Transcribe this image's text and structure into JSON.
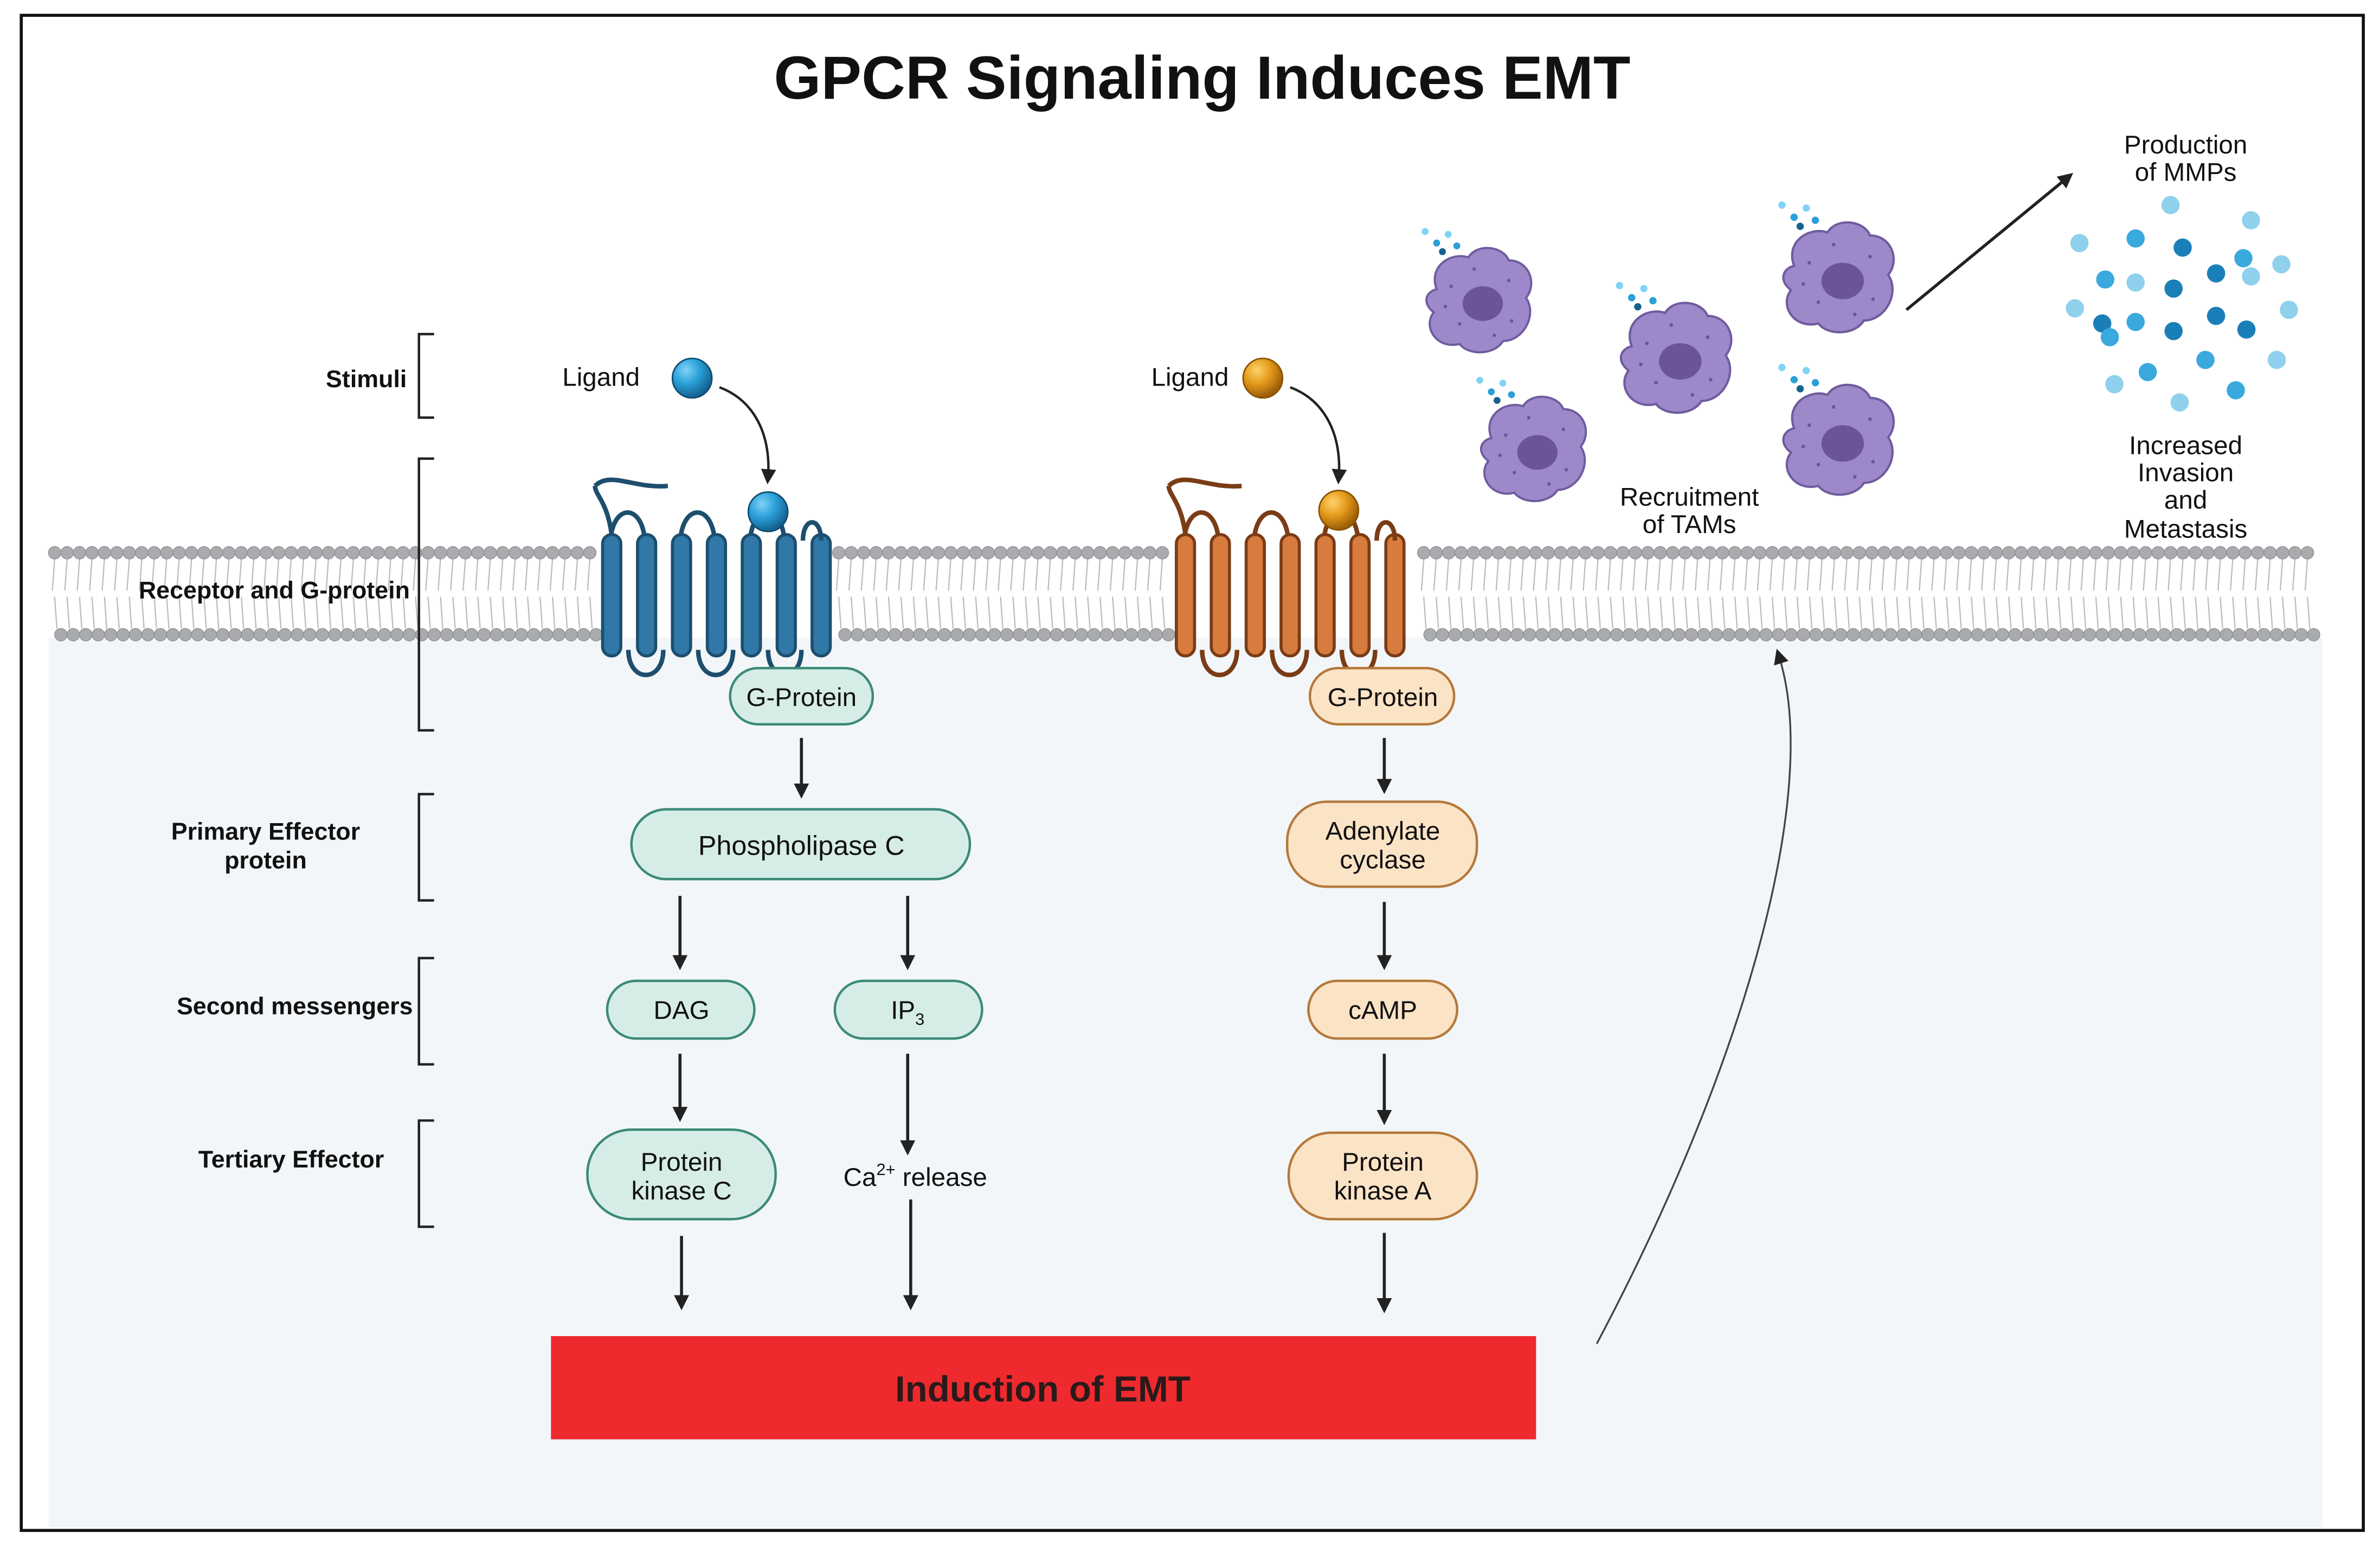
{
  "title": "GPCR Signaling Induces EMT",
  "rows": {
    "stimuli": "Stimuli",
    "receptor": "Receptor and G-protein",
    "primary_effector": [
      "Primary Effector",
      "protein"
    ],
    "second_messengers": "Second messengers",
    "tertiary_effector": "Tertiary Effector"
  },
  "left_pathway": {
    "ligand": "Ligand",
    "g_protein": "G-Protein",
    "primary": "Phospholipase C",
    "messenger_a": "DAG",
    "messenger_b_main": "IP",
    "messenger_b_sub": "3",
    "tertiary": [
      "Protein",
      "kinase C"
    ],
    "calcium_main": "Ca",
    "calcium_sup": "2+",
    "calcium_rest": " release"
  },
  "right_pathway": {
    "ligand": "Ligand",
    "g_protein": "G-Protein",
    "primary": [
      "Adenylate",
      "cyclase"
    ],
    "messenger": "cAMP",
    "tertiary": [
      "Protein",
      "kinase A"
    ]
  },
  "outcome": "Induction of EMT",
  "tams": [
    "Recruitment",
    "of TAMs"
  ],
  "mmps": [
    "Production",
    "of MMPs"
  ],
  "invasion": [
    "Increased",
    "Invasion",
    "and",
    "Metastasis"
  ],
  "colors": {
    "blue_receptor": "#2f78a8",
    "orange_receptor": "#d77b3e",
    "teal_box": "#d6ede7",
    "teal_border": "#3c8a78",
    "peach_box": "#fbe3c6",
    "peach_border": "#b5793b",
    "emt_red": "#ee2a2f",
    "macrophage": "#9d89c9",
    "membrane": "#a9abae",
    "cytoplasm": "#f2f6f9"
  }
}
